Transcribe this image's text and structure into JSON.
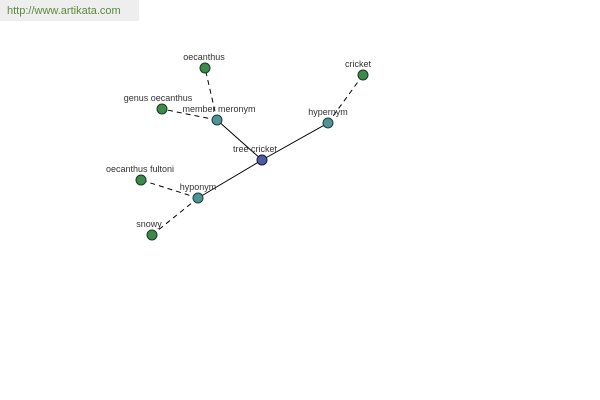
{
  "source": {
    "url_text": "http://www.artikata.com"
  },
  "colors": {
    "central": "#4a5da0",
    "relation": "#4f9494",
    "leaf": "#3e8a4a",
    "edge": "#000000",
    "link_text": "#5c8a3a"
  },
  "graph": {
    "central": "tree cricket",
    "relations": [
      {
        "id": "hypernym",
        "label": "hypernym"
      },
      {
        "id": "member_meronym",
        "label": "member meronym"
      },
      {
        "id": "hyponym",
        "label": "hyponym"
      }
    ],
    "leaves": [
      {
        "id": "cricket",
        "label": "cricket",
        "relation": "hypernym"
      },
      {
        "id": "oecanthus",
        "label": "oecanthus",
        "relation": "member_meronym"
      },
      {
        "id": "genus_oecanthus",
        "label": "genus oecanthus",
        "relation": "member_meronym"
      },
      {
        "id": "oecanthus_fultoni",
        "label": "oecanthus fultoni",
        "relation": "hyponym"
      },
      {
        "id": "snowy",
        "label": "snowy",
        "relation": "hyponym"
      }
    ]
  }
}
